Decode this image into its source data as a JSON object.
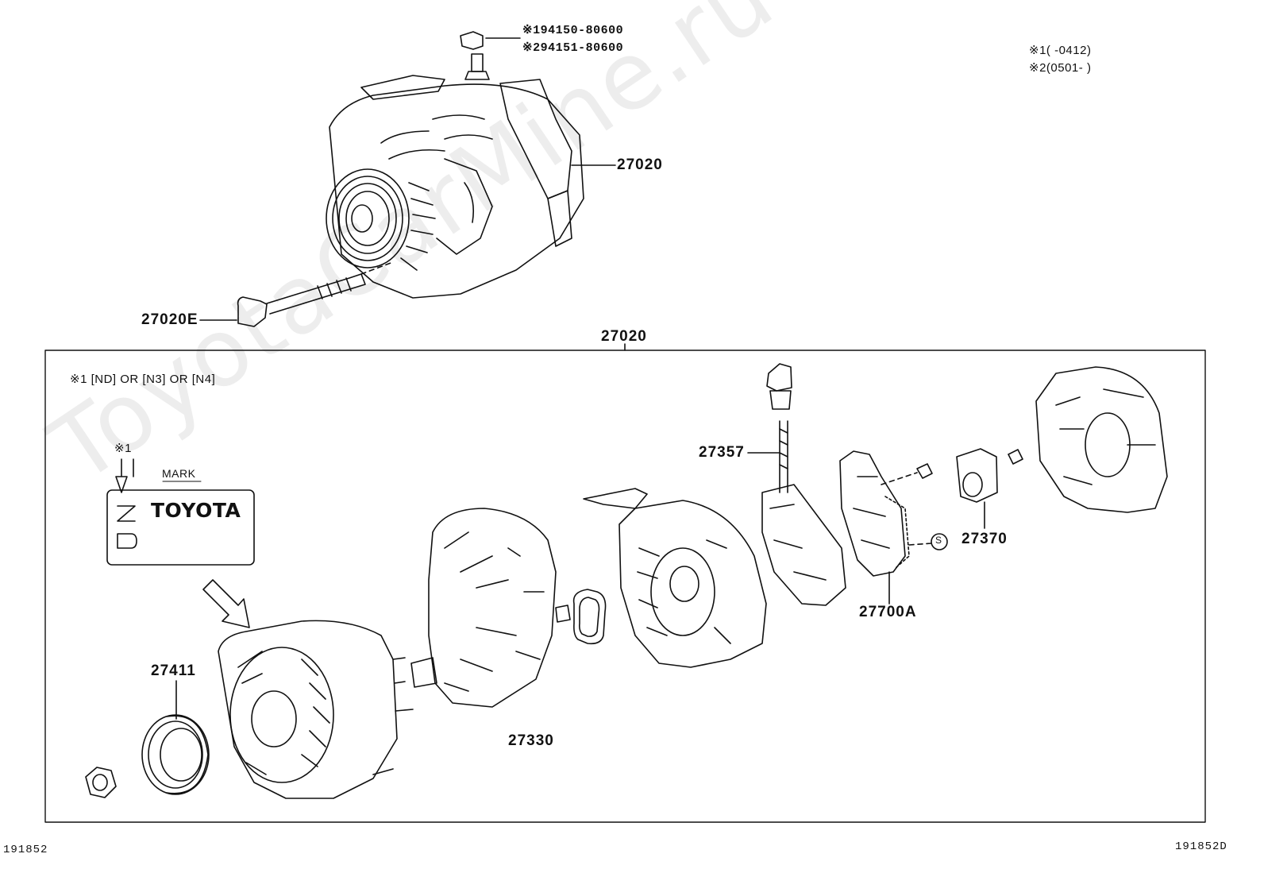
{
  "labels": {
    "alt_top": "27020",
    "bolt": "27020E",
    "box_top": "27020",
    "pulley": "27411",
    "rotor": "27330",
    "terminal": "27357",
    "regulator": "27700A",
    "holder": "27370"
  },
  "notes": {
    "nut1": "※194150-80600",
    "nut2": "※294151-80600",
    "range1": "※1(      -0412)",
    "range2": "※2(0501-      )",
    "mark_note": "※1 [ND] OR [N3] OR [N4]",
    "arrow_note": "※1",
    "mark_label": "MARK",
    "brand": "TOYOTA",
    "s_mark": "S"
  },
  "footer": {
    "left": "191852",
    "right": "191852D"
  },
  "watermark": "ToyotaCarMine.ru"
}
